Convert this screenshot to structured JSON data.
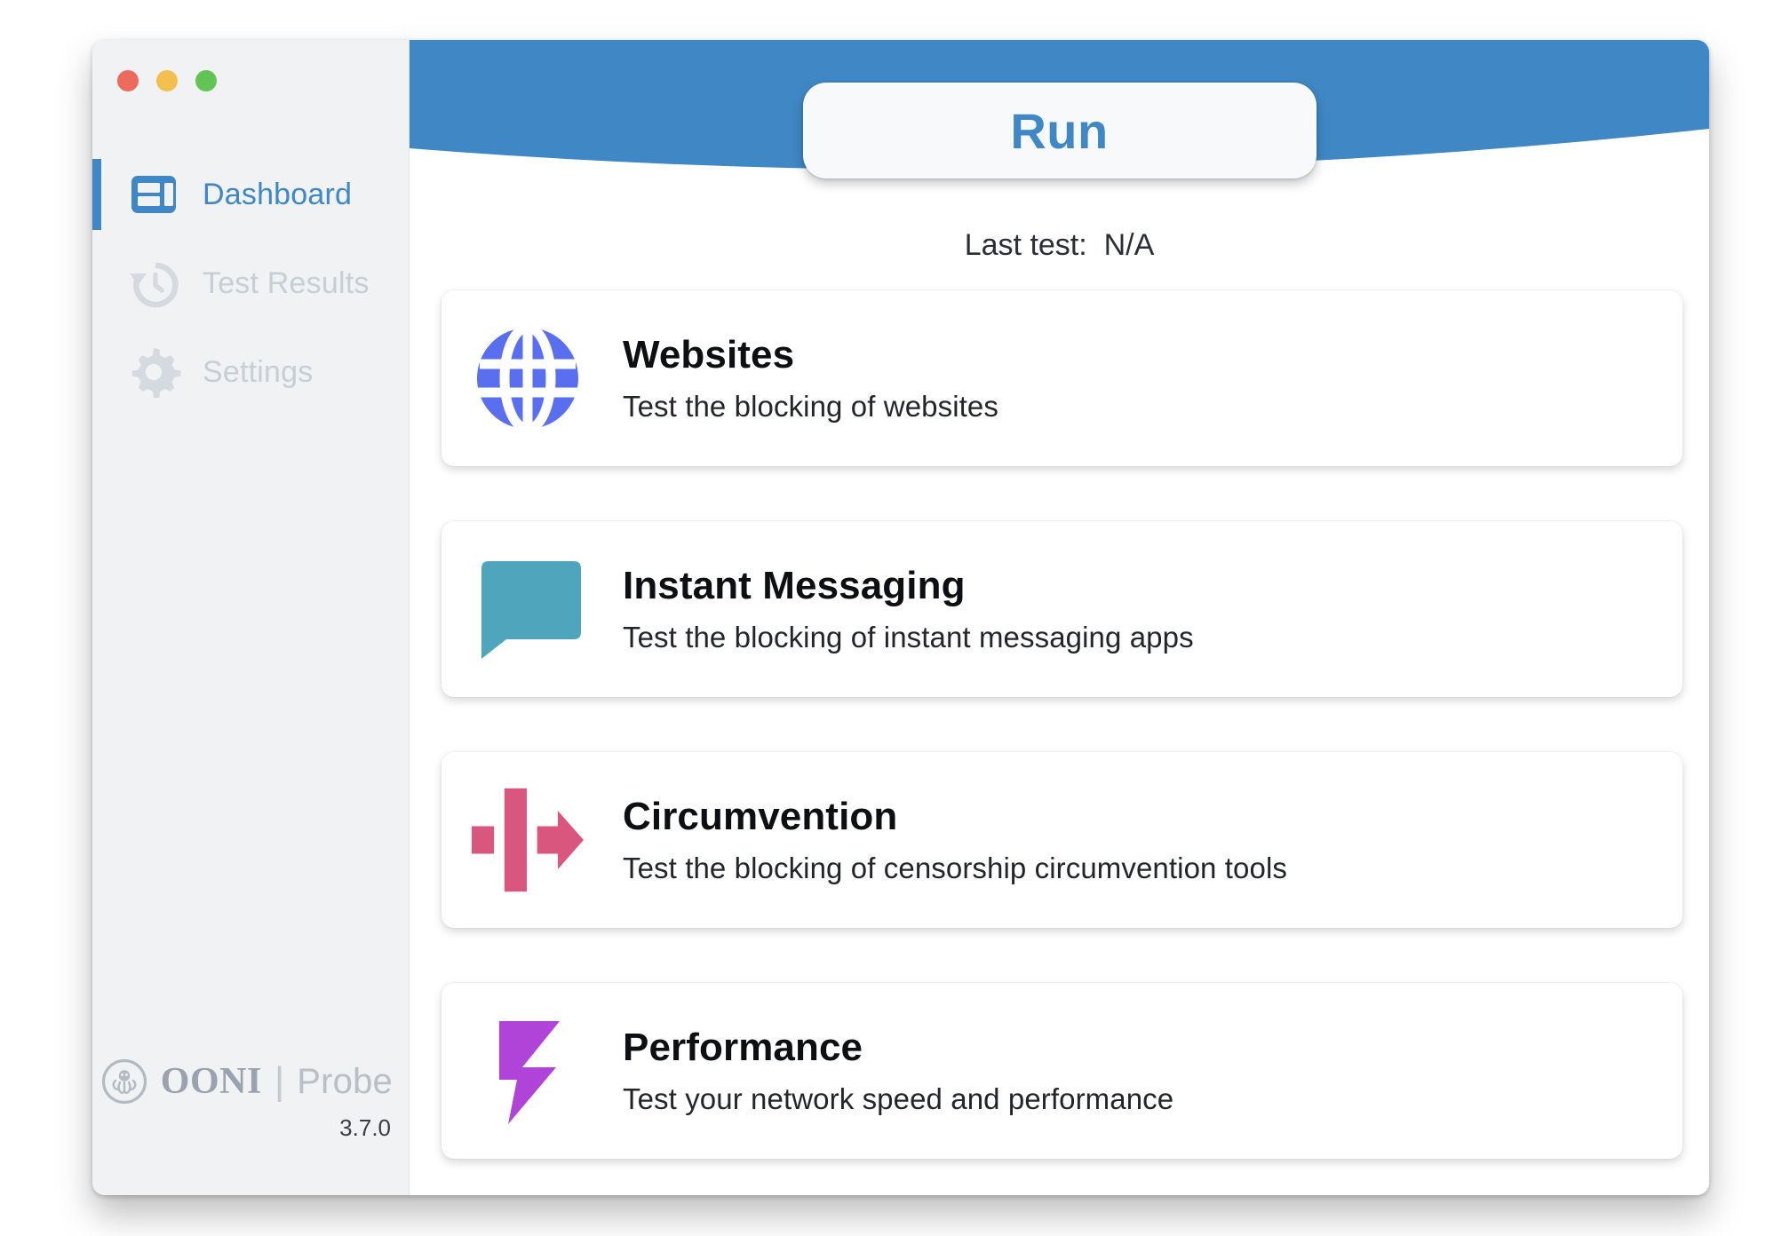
{
  "window": {
    "traffic_lights": [
      {
        "name": "close",
        "color": "#ec6a5e"
      },
      {
        "name": "minimize",
        "color": "#f3bf4f"
      },
      {
        "name": "zoom",
        "color": "#62c454"
      }
    ]
  },
  "sidebar": {
    "items": [
      {
        "label": "Dashboard",
        "icon": "dashboard-icon",
        "state": "active"
      },
      {
        "label": "Test Results",
        "icon": "history-icon",
        "state": "inactive"
      },
      {
        "label": "Settings",
        "icon": "gear-icon",
        "state": "inactive"
      }
    ],
    "brand": {
      "mark": "ooni-octopus-logo",
      "name": "OONI",
      "separator": "|",
      "product": "Probe",
      "version": "3.7.0"
    }
  },
  "header": {
    "run_label": "Run",
    "last_test_label": "Last test:  N/A",
    "banner_color": "#3f87c5",
    "run_text_color": "#3f87c5"
  },
  "cards": [
    {
      "icon": "globe-icon",
      "icon_color": "#5a6ff0",
      "title": "Websites",
      "description": "Test the blocking of websites"
    },
    {
      "icon": "chat-bubble-icon",
      "icon_color": "#4fa5bc",
      "title": "Instant Messaging",
      "description": "Test the blocking of instant messaging apps"
    },
    {
      "icon": "circumvention-arrow-icon",
      "icon_color": "#d9567f",
      "title": "Circumvention",
      "description": "Test the blocking of censorship circumvention tools"
    },
    {
      "icon": "lightning-bolt-icon",
      "icon_color": "#b044d8",
      "title": "Performance",
      "description": "Test your network speed and performance"
    }
  ]
}
